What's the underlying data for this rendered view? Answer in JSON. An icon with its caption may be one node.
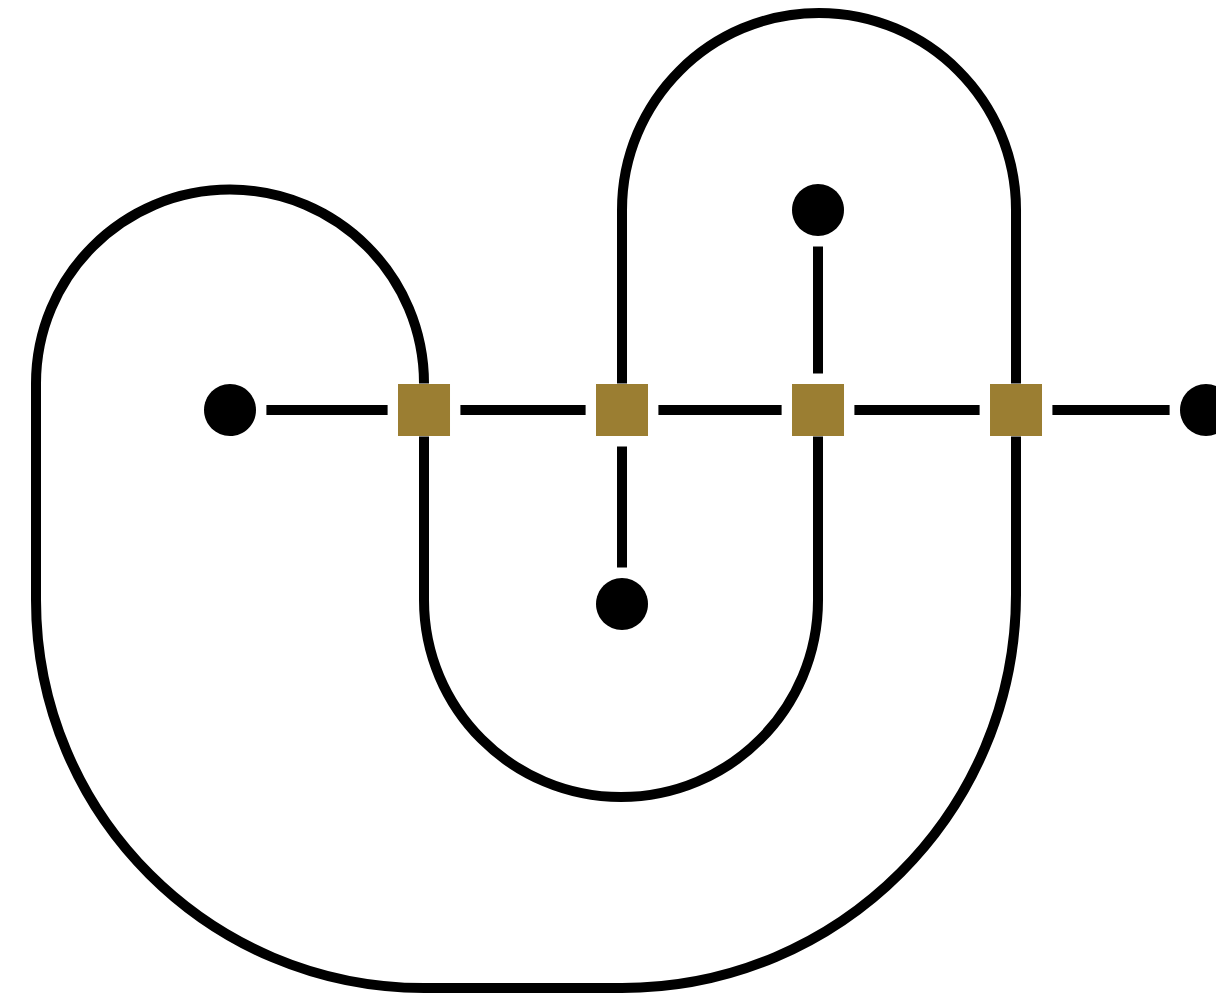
{
  "diagram": {
    "nodes": [
      {
        "text": [],
        "shape": "circle"
      },
      {
        "text": [],
        "shape": "box"
      },
      {
        "text": [],
        "shape": "box"
      },
      {
        "text": [],
        "shape": "box"
      },
      {
        "text": [],
        "shape": "box"
      },
      {
        "text": [],
        "shape": "circle"
      },
      {
        "text": [],
        "shape": "circle"
      },
      {
        "text": [],
        "shape": "circle"
      }
    ],
    "edges": [
      {
        "from": 0,
        "to": 1,
        "arrow": "none"
      },
      {
        "from": 1,
        "to": 2,
        "arrow": "none"
      },
      {
        "from": 2,
        "to": 3,
        "arrow": "none"
      },
      {
        "from": 3,
        "to": 4,
        "arrow": "none"
      },
      {
        "from": 4,
        "to": 5,
        "arrow": "none"
      },
      {
        "from": 3,
        "to": 6,
        "arrow": "none"
      },
      {
        "from": 2,
        "to": 7,
        "arrow": "none"
      },
      {
        "from": 1,
        "to": 4,
        "arrow": "none"
      },
      {
        "from": 4,
        "to": 2,
        "arrow": "none"
      },
      {
        "from": 1,
        "to": 3,
        "arrow": "none"
      }
    ]
  }
}
